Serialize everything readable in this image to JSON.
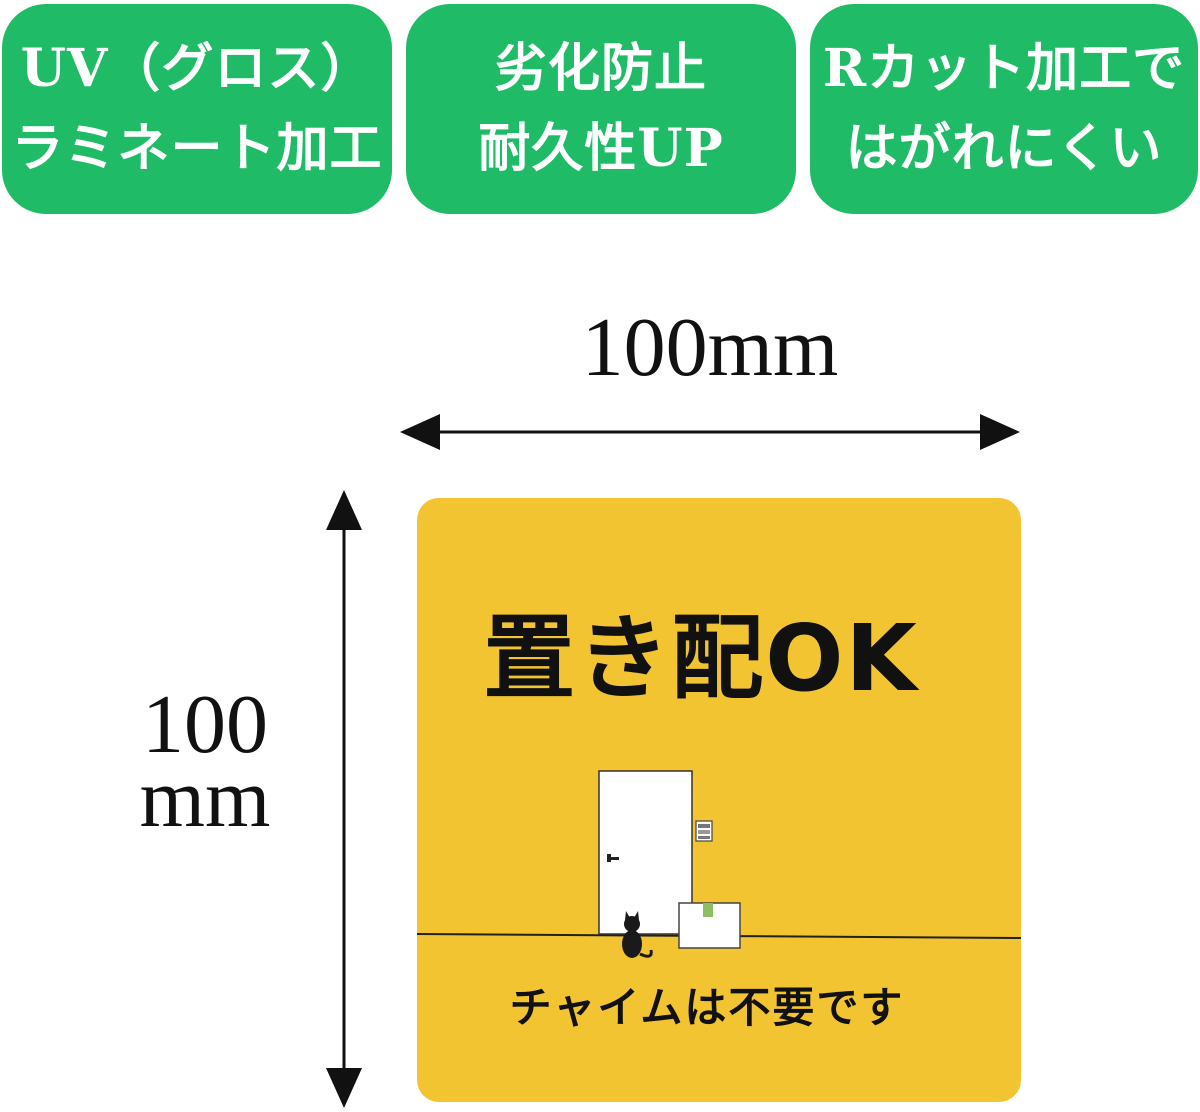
{
  "badges": [
    {
      "line1": "UV（グロス）",
      "line2": "ラミネート加工"
    },
    {
      "line1": "劣化防止",
      "line2": "耐久性UP"
    },
    {
      "line1": "Rカット加工で",
      "line2": "はがれにくい"
    }
  ],
  "dimensions": {
    "width_label": "100mm",
    "height_number": "100",
    "height_unit": "mm"
  },
  "sticker": {
    "title": "置き配OK",
    "caption": "チャイムは不要です",
    "illustration_items": [
      "door-icon",
      "intercom-icon",
      "cat-icon",
      "package-box-icon"
    ]
  },
  "colors": {
    "badge_green": "#1fbb66",
    "sticker_yellow": "#f2c431",
    "text_dark": "#111111",
    "white": "#ffffff"
  }
}
